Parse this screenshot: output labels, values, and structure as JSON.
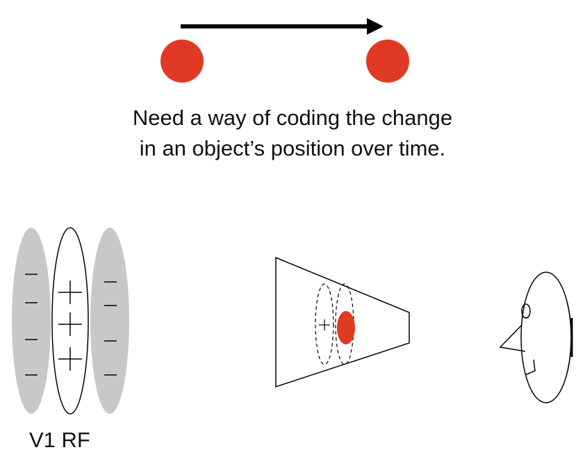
{
  "caption": {
    "line1": "Need a way of coding the change",
    "line2": "in an object’s position over time."
  },
  "rf_label": "V1 RF",
  "colors": {
    "dot": "#e03a22",
    "surround": "#c8c8c8",
    "stroke": "#000000"
  }
}
